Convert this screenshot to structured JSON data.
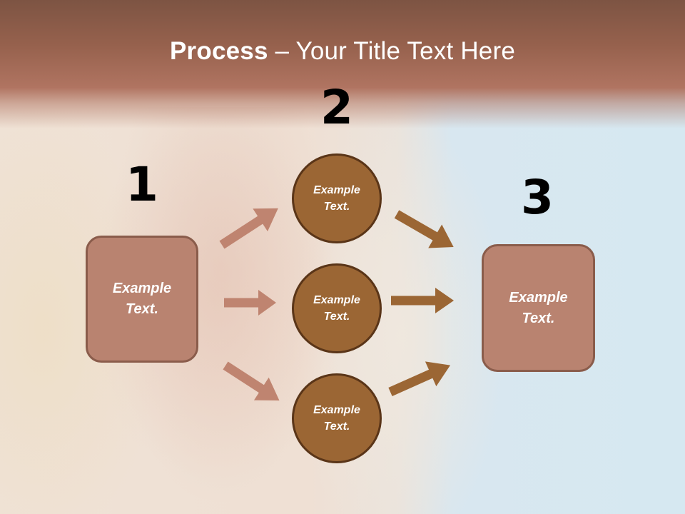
{
  "slide": {
    "title_bold": "Process",
    "title_rest": " – Your Title Text Here"
  },
  "diagram": {
    "steps": [
      {
        "number": "1",
        "label": "Example Text.",
        "shape": "rounded-rectangle"
      },
      {
        "number": "2",
        "label": "Example Text.",
        "shape": "circle-group"
      },
      {
        "number": "3",
        "label": "Example Text.",
        "shape": "rounded-rectangle"
      }
    ],
    "circles": [
      {
        "line1": "Example",
        "line2": "Text."
      },
      {
        "line1": "Example",
        "line2": "Text."
      },
      {
        "line1": "Example",
        "line2": "Text."
      }
    ],
    "box1": {
      "line1": "Example",
      "line2": "Text."
    },
    "box3": {
      "line1": "Example",
      "line2": "Text."
    },
    "colors": {
      "header_top": "#7d5443",
      "header_bottom": "#b07461",
      "box_fill": "#b98370",
      "box_border": "#8a5c4b",
      "circle_fill": "#9b6634",
      "circle_border": "#5a3518",
      "arrow_left": "#bf8470",
      "arrow_right": "#9b6634",
      "number_color": "#000000"
    }
  }
}
